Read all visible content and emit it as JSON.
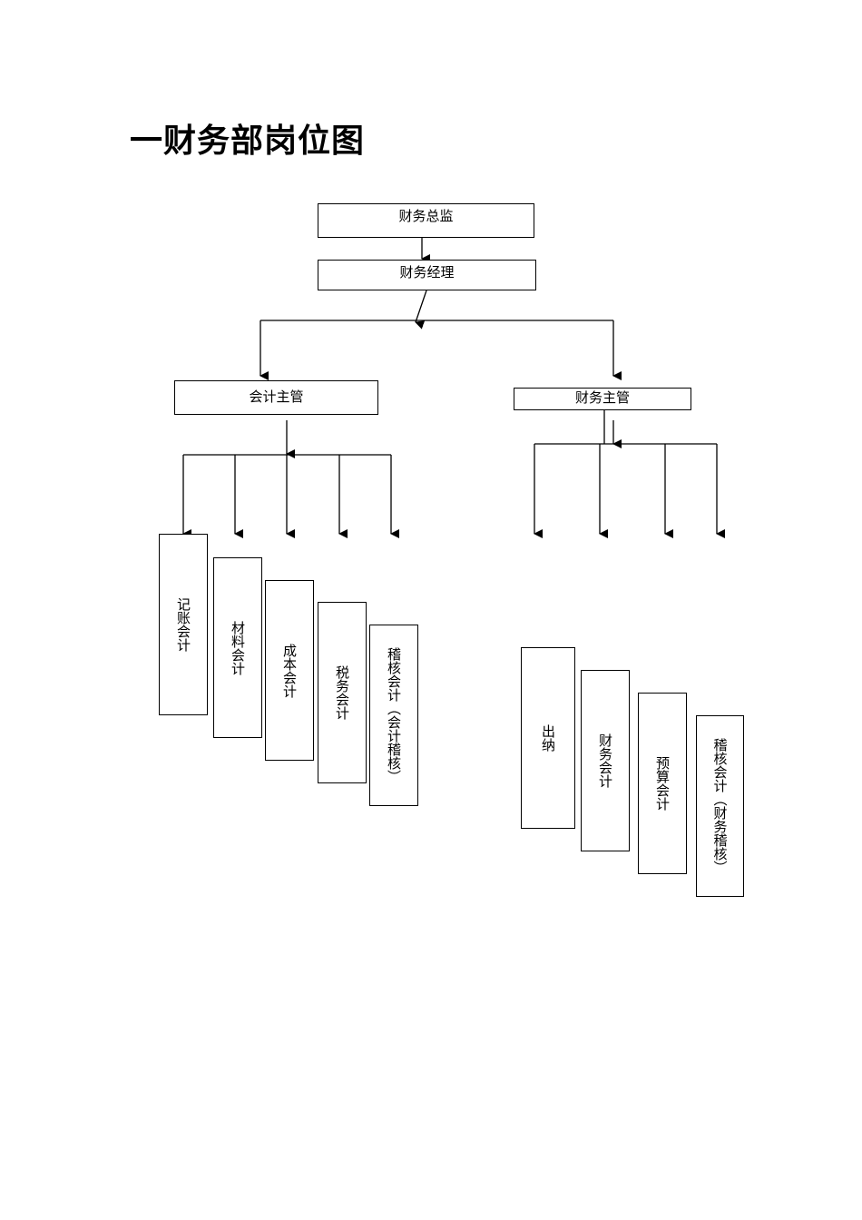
{
  "title": "一财务部岗位图",
  "chart": {
    "director": "财务总监",
    "manager": "财务经理",
    "accounting_supervisor": "会计主管",
    "finance_supervisor": "财务主管",
    "accounting_roles": [
      "记账会计",
      "材料会计",
      "成本会计",
      "税务会计",
      "稽核会计（会计稽核）"
    ],
    "finance_roles": [
      "出纳",
      "财务会计",
      "预算会计",
      "稽核会计（财务稽核）"
    ]
  }
}
